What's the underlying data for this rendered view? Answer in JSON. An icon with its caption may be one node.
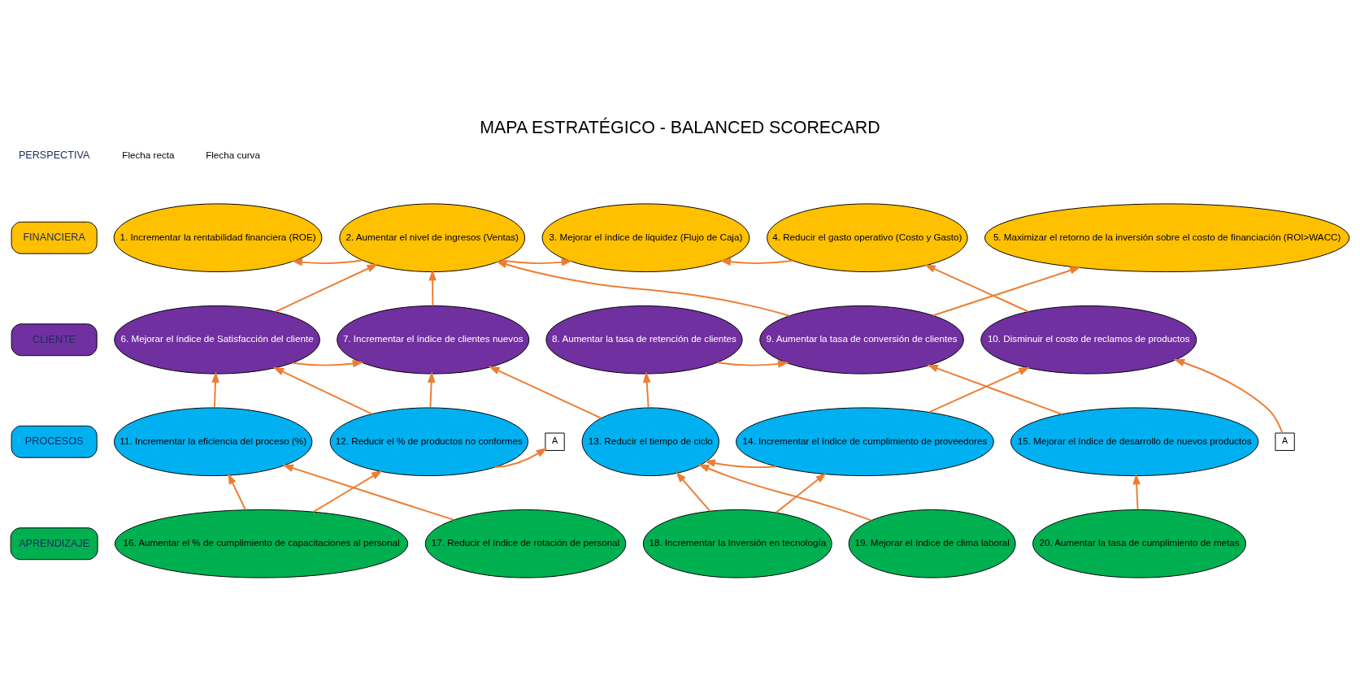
{
  "diagram": {
    "title": "MAPA ESTRATÉGICO - BALANCED SCORECARD",
    "nodes": [
      {
        "text": [
          "FINANCIERA"
        ]
      },
      {
        "text": [
          "1. Incrementar la rentabilidad financiera (ROE)"
        ]
      },
      {
        "text": [
          "2. Aumentar el nivel de ingresos (Ventas)"
        ]
      },
      {
        "text": [
          "3. Mejorar el índice de liquidez (Flujo de Caja)"
        ]
      },
      {
        "text": [
          "4. Reducir el gasto operativo (Costo y Gasto)"
        ]
      },
      {
        "text": [
          "5. Maximizar el retorno de la inversión sobre el costo de financiación (ROI>WACC)"
        ]
      },
      {
        "text": [
          "CLIENTE"
        ]
      },
      {
        "text": [
          "6. Mejorar el índice de Satisfacción del cliente"
        ]
      },
      {
        "text": [
          "7. Incrementar el índice de clientes nuevos"
        ]
      },
      {
        "text": [
          "8. Aumentar la tasa de retención de clientes"
        ]
      },
      {
        "text": [
          "9. Aumentar la tasa de conversión de clientes"
        ]
      },
      {
        "text": [
          "10. Disminuir el costo de reclamos de productos"
        ]
      },
      {
        "text": [
          "PROCESOS"
        ]
      },
      {
        "text": [
          "11. Incrementar la eficiencia del proceso (%)"
        ]
      },
      {
        "text": [
          "12. Reducir el % de productos no conformes"
        ]
      },
      {
        "text": [
          "A"
        ]
      },
      {
        "text": [
          "13. Reducir el tiempo de ciclo"
        ]
      },
      {
        "text": [
          "14. Incrementar el índice de cumplimiento de proveedores"
        ]
      },
      {
        "text": [
          "15. Mejorar el índice de desarrollo de nuevos productos"
        ]
      },
      {
        "text": [
          "A"
        ]
      },
      {
        "text": [
          "APRENDIZAJE"
        ]
      },
      {
        "text": [
          "16. Aumentar el % de cumplimiento de capacitaciones al personal"
        ]
      },
      {
        "text": [
          "17. Reducir el índice de rotación de personal"
        ]
      },
      {
        "text": [
          "18. Incrementar la Inversión en tecnología"
        ]
      },
      {
        "text": [
          "19. Mejorar el índice de clima laboral"
        ]
      },
      {
        "text": [
          "20. Aumentar la tasa de cumplimiento de metas"
        ]
      }
    ],
    "edges": [
      {
        "from": 2,
        "to": 1,
        "arrow": "to"
      },
      {
        "from": 2,
        "to": 3,
        "arrow": "to"
      },
      {
        "from": 4,
        "to": 3,
        "arrow": "to"
      },
      {
        "from": 7,
        "to": 2,
        "arrow": "to"
      },
      {
        "from": 8,
        "to": 2,
        "arrow": "to"
      },
      {
        "from": 10,
        "to": 2,
        "arrow": "to"
      },
      {
        "from": 10,
        "to": 5,
        "arrow": "to"
      },
      {
        "from": 11,
        "to": 4,
        "arrow": "to"
      },
      {
        "from": 7,
        "to": 8,
        "arrow": "to"
      },
      {
        "from": 9,
        "to": 10,
        "arrow": "to"
      },
      {
        "from": 13,
        "to": 7,
        "arrow": "to"
      },
      {
        "from": 14,
        "to": 7,
        "arrow": "to"
      },
      {
        "from": 14,
        "to": 8,
        "arrow": "to"
      },
      {
        "from": 14,
        "to": 15,
        "arrow": "to"
      },
      {
        "from": 16,
        "to": 8,
        "arrow": "to"
      },
      {
        "from": 16,
        "to": 9,
        "arrow": "to"
      },
      {
        "from": 17,
        "to": 16,
        "arrow": "to"
      },
      {
        "from": 17,
        "to": 11,
        "arrow": "to"
      },
      {
        "from": 18,
        "to": 10,
        "arrow": "to"
      },
      {
        "from": 19,
        "to": 11,
        "arrow": "to"
      },
      {
        "from": 21,
        "to": 13,
        "arrow": "to"
      },
      {
        "from": 21,
        "to": 14,
        "arrow": "to"
      },
      {
        "from": 22,
        "to": 13,
        "arrow": "to"
      },
      {
        "from": 23,
        "to": 16,
        "arrow": "to"
      },
      {
        "from": 23,
        "to": 17,
        "arrow": "to"
      },
      {
        "from": 24,
        "to": 16,
        "arrow": "to"
      },
      {
        "from": 25,
        "to": 18,
        "arrow": "to"
      }
    ],
    "labels": [
      "PERSPECTIVA"
    ],
    "legend": [
      {
        "text": "Flecha recta"
      },
      {
        "text": "Flecha curva"
      }
    ]
  }
}
